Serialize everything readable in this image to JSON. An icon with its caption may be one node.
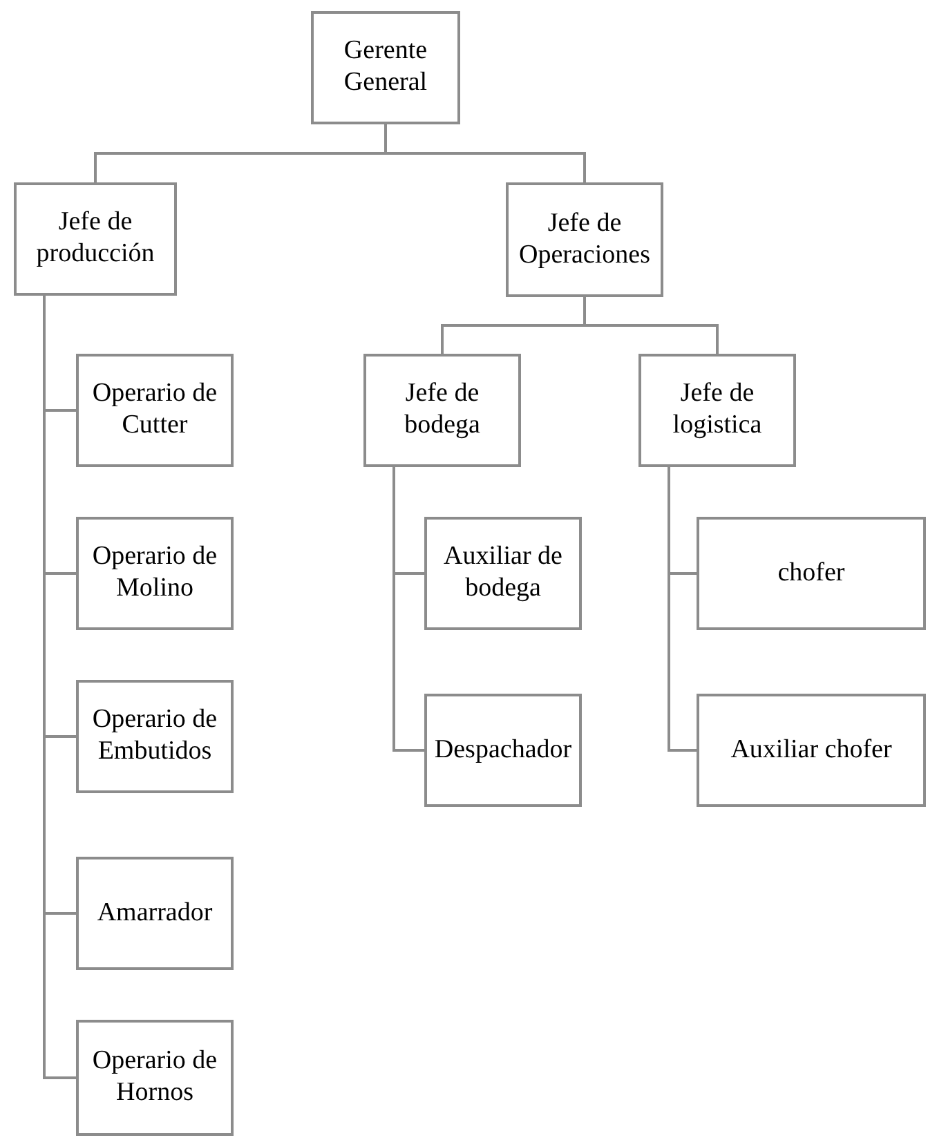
{
  "diagram": {
    "nodes": [
      {
        "text": [
          "Gerente General"
        ]
      },
      {
        "text": [
          "Jefe de producción"
        ]
      },
      {
        "text": [
          "Jefe de Operaciones"
        ]
      },
      {
        "text": [
          "Operario de Cutter"
        ]
      },
      {
        "text": [
          "Operario de Molino"
        ]
      },
      {
        "text": [
          "Operario de Embutidos"
        ]
      },
      {
        "text": [
          "Amarrador"
        ]
      },
      {
        "text": [
          "Operario de Hornos"
        ]
      },
      {
        "text": [
          "Jefe de bodega"
        ]
      },
      {
        "text": [
          "Jefe de logistica"
        ]
      },
      {
        "text": [
          "Auxiliar de bodega"
        ]
      },
      {
        "text": [
          "Despachador"
        ]
      },
      {
        "text": [
          "chofer"
        ]
      },
      {
        "text": [
          "Auxiliar chofer"
        ]
      }
    ],
    "edges": [
      {
        "from": 0,
        "to": 1,
        "arrow": "none"
      },
      {
        "from": 0,
        "to": 2,
        "arrow": "none"
      },
      {
        "from": 1,
        "to": 3,
        "arrow": "none"
      },
      {
        "from": 1,
        "to": 4,
        "arrow": "none"
      },
      {
        "from": 1,
        "to": 5,
        "arrow": "none"
      },
      {
        "from": 1,
        "to": 6,
        "arrow": "none"
      },
      {
        "from": 1,
        "to": 7,
        "arrow": "none"
      },
      {
        "from": 2,
        "to": 8,
        "arrow": "none"
      },
      {
        "from": 2,
        "to": 9,
        "arrow": "none"
      },
      {
        "from": 8,
        "to": 10,
        "arrow": "none"
      },
      {
        "from": 8,
        "to": 11,
        "arrow": "none"
      },
      {
        "from": 9,
        "to": 12,
        "arrow": "none"
      },
      {
        "from": 9,
        "to": 13,
        "arrow": "none"
      }
    ]
  }
}
